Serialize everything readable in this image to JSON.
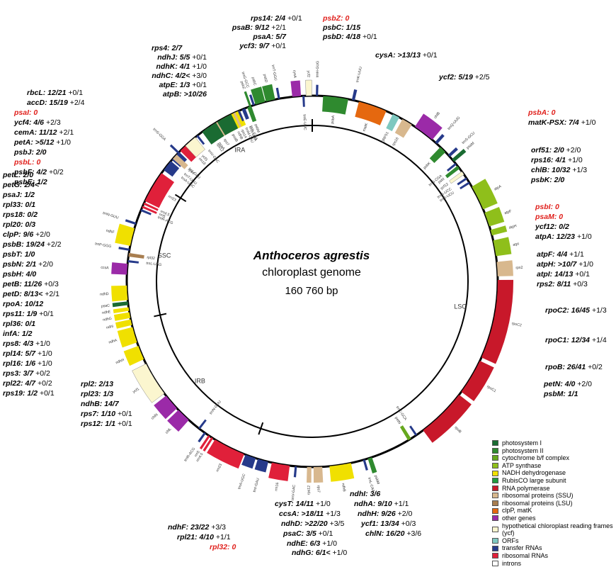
{
  "center": {
    "species": "Anthoceros agrestis",
    "subtitle": "chloroplast genome",
    "length": "160 760 bp"
  },
  "regions": [
    {
      "label": "LSC",
      "start": 0,
      "end": 89
    },
    {
      "label": "IRB",
      "start": 89,
      "end": 115
    },
    {
      "label": "SSC",
      "start": 115,
      "end": 135
    },
    {
      "label": "IRA",
      "start": 135,
      "end": 160.76
    }
  ],
  "legend": [
    {
      "label": "photosystem I",
      "color": "#1a6b32"
    },
    {
      "label": "photosystem II",
      "color": "#2f8a2f"
    },
    {
      "label": "cytochrome b/f complex",
      "color": "#66a81e"
    },
    {
      "label": "ATP synthase",
      "color": "#8fbf1b"
    },
    {
      "label": "NADH dehydrogenase",
      "color": "#f0e000"
    },
    {
      "label": "RubisCO large subunit",
      "color": "#1f9a3e"
    },
    {
      "label": "RNA polymerase",
      "color": "#c8182a"
    },
    {
      "label": "ribosomal proteins (SSU)",
      "color": "#d8b88e"
    },
    {
      "label": "ribosomal proteins (LSU)",
      "color": "#a87e50"
    },
    {
      "label": "clpP, matK",
      "color": "#e5680f"
    },
    {
      "label": "other genes",
      "color": "#9b2aa8"
    },
    {
      "label": "hypothetical chloroplast reading frames (ycf)",
      "color": "#fbf6cf"
    },
    {
      "label": "ORFs",
      "color": "#7ec8c0"
    },
    {
      "label": "transfer RNAs",
      "color": "#263a8a"
    },
    {
      "label": "ribosomal RNAs",
      "color": "#e0203a"
    },
    {
      "label": "introns",
      "color": "#ffffff"
    }
  ],
  "genes": [
    {
      "name": "trnH-GUG",
      "a": 0.5,
      "w": 0.3,
      "cat": 13,
      "side": "out"
    },
    {
      "name": "psbA",
      "a": 1.5,
      "w": 3.5,
      "cat": 1,
      "side": "in"
    },
    {
      "name": "trnK-UUU",
      "a": 5.5,
      "w": 0.4,
      "cat": 13,
      "side": "out"
    },
    {
      "name": "matK",
      "a": 6.5,
      "w": 4,
      "cat": 9,
      "side": "in"
    },
    {
      "name": "ORF51",
      "a": 11.5,
      "w": 1,
      "cat": 12,
      "side": "in"
    },
    {
      "name": "rps16",
      "a": 13,
      "w": 1.5,
      "cat": 7,
      "side": "in"
    },
    {
      "name": "chlB",
      "a": 15,
      "w": 3,
      "cat": 10,
      "side": "out"
    },
    {
      "name": "trnQ-UUG",
      "a": 18.5,
      "w": 0.4,
      "cat": 13,
      "side": "out"
    },
    {
      "name": "psbK",
      "a": 19.5,
      "w": 1,
      "cat": 1,
      "side": "in"
    },
    {
      "name": "trnS-GCU",
      "a": 21,
      "w": 0.4,
      "cat": 13,
      "side": "out"
    },
    {
      "name": "psaM",
      "a": 21.8,
      "w": 0.5,
      "cat": 0,
      "side": "out"
    },
    {
      "name": "trnS-CGA",
      "a": 22.5,
      "w": 0.3,
      "cat": 13,
      "side": "in"
    },
    {
      "name": "psbI",
      "a": 23,
      "w": 0.5,
      "cat": 1,
      "side": "in"
    },
    {
      "name": "ycf12",
      "a": 24,
      "w": 0.5,
      "cat": 11,
      "side": "in"
    },
    {
      "name": "trnG-UCC",
      "a": 25,
      "w": 0.3,
      "cat": 13,
      "side": "in"
    },
    {
      "name": "trnR-UCU",
      "a": 25.7,
      "w": 0.3,
      "cat": 13,
      "side": "in"
    },
    {
      "name": "atpA",
      "a": 26.5,
      "w": 3.5,
      "cat": 3,
      "side": "out"
    },
    {
      "name": "atpF",
      "a": 30.5,
      "w": 2,
      "cat": 3,
      "side": "out"
    },
    {
      "name": "atpH",
      "a": 33,
      "w": 0.8,
      "cat": 3,
      "side": "out"
    },
    {
      "name": "atpI",
      "a": 34.5,
      "w": 2.2,
      "cat": 3,
      "side": "out"
    },
    {
      "name": "rps2",
      "a": 37.5,
      "w": 2,
      "cat": 7,
      "side": "out"
    },
    {
      "name": "rpoC2",
      "a": 40,
      "w": 11,
      "cat": 6,
      "side": "out"
    },
    {
      "name": "rpoC1",
      "a": 51.5,
      "w": 5,
      "cat": 6,
      "side": "out"
    },
    {
      "name": "rpoB",
      "a": 57,
      "w": 7,
      "cat": 6,
      "side": "out"
    },
    {
      "name": "trnC-GCA",
      "a": 65,
      "w": 0.3,
      "cat": 13,
      "side": "in"
    },
    {
      "name": "petN",
      "a": 66,
      "w": 0.5,
      "cat": 2,
      "side": "in"
    },
    {
      "name": "psbM",
      "a": 72,
      "w": 0.6,
      "cat": 1,
      "side": "out"
    },
    {
      "name": "trnL-CAA",
      "a": 73,
      "w": 0.3,
      "cat": 13,
      "side": "out"
    },
    {
      "name": "ndhB",
      "a": 75,
      "w": 3,
      "cat": 4,
      "side": "out"
    },
    {
      "name": "rps7",
      "a": 79,
      "w": 1.2,
      "cat": 7,
      "side": "out"
    },
    {
      "name": "rps12",
      "a": 80.5,
      "w": 0.6,
      "cat": 7,
      "side": "out"
    },
    {
      "name": "trnV-GAC",
      "a": 82.5,
      "w": 0.3,
      "cat": 13,
      "side": "out"
    },
    {
      "name": "rrn16",
      "a": 83.5,
      "w": 2.5,
      "cat": 14,
      "side": "out"
    },
    {
      "name": "trnI-GAU",
      "a": 86.5,
      "w": 1.5,
      "cat": 13,
      "side": "out"
    },
    {
      "name": "trnA-UGC",
      "a": 88.3,
      "w": 1.5,
      "cat": 13,
      "side": "out"
    },
    {
      "name": "rrn23",
      "a": 90,
      "w": 4.5,
      "cat": 14,
      "side": "out"
    },
    {
      "name": "rrn4.5",
      "a": 94.8,
      "w": 0.3,
      "cat": 14,
      "side": "out"
    },
    {
      "name": "rrn5",
      "a": 95.3,
      "w": 0.3,
      "cat": 14,
      "side": "out"
    },
    {
      "name": "trnR-ACG",
      "a": 96,
      "w": 0.3,
      "cat": 13,
      "side": "out"
    },
    {
      "name": "trnN-GUU",
      "a": 97,
      "w": 0.3,
      "cat": 13,
      "side": "in"
    },
    {
      "name": "chlL",
      "a": 99,
      "w": 2,
      "cat": 10,
      "side": "out"
    },
    {
      "name": "chlN",
      "a": 101.3,
      "w": 2.3,
      "cat": 10,
      "side": "out"
    },
    {
      "name": "ycf1",
      "a": 104,
      "w": 4.8,
      "cat": 11,
      "side": "out"
    },
    {
      "name": "ndhH",
      "a": 109.5,
      "w": 2,
      "cat": 4,
      "side": "out"
    },
    {
      "name": "ndhA",
      "a": 112,
      "w": 2.2,
      "cat": 4,
      "side": "out"
    },
    {
      "name": "ndhI",
      "a": 114.5,
      "w": 0.8,
      "cat": 4,
      "side": "out"
    },
    {
      "name": "ndhG",
      "a": 115.5,
      "w": 0.8,
      "cat": 4,
      "side": "out"
    },
    {
      "name": "ndhE",
      "a": 116.5,
      "w": 0.5,
      "cat": 4,
      "side": "out"
    },
    {
      "name": "psaC",
      "a": 117.3,
      "w": 0.5,
      "cat": 0,
      "side": "out"
    },
    {
      "name": "ndhD",
      "a": 118,
      "w": 2,
      "cat": 4,
      "side": "out"
    },
    {
      "name": "ccsA",
      "a": 121.5,
      "w": 1.5,
      "cat": 10,
      "side": "out"
    },
    {
      "name": "trnL-UAG",
      "a": 123.2,
      "w": 0.3,
      "cat": 13,
      "side": "in"
    },
    {
      "name": "rpl32",
      "a": 124,
      "w": 0.5,
      "cat": 8,
      "side": "in"
    },
    {
      "name": "trnP-GGG",
      "a": 124.8,
      "w": 0.3,
      "cat": 13,
      "side": "out"
    },
    {
      "name": "ndhF",
      "a": 125.5,
      "w": 2.5,
      "cat": 4,
      "side": "out"
    },
    {
      "name": "trnN-GUU",
      "a": 128.5,
      "w": 0.3,
      "cat": 13,
      "side": "out"
    },
    {
      "name": "trnR-ACG",
      "a": 130.5,
      "w": 0.3,
      "cat": 13,
      "side": "in"
    },
    {
      "name": "rrn5",
      "a": 131,
      "w": 0.3,
      "cat": 14,
      "side": "in"
    },
    {
      "name": "rrn4.5",
      "a": 131.5,
      "w": 0.3,
      "cat": 14,
      "side": "in"
    },
    {
      "name": "rrn23",
      "a": 132,
      "w": 4.5,
      "cat": 14,
      "side": "in"
    },
    {
      "name": "trnA-UGC",
      "a": 137,
      "w": 1.5,
      "cat": 13,
      "side": "in"
    },
    {
      "name": "trnI-GAU",
      "a": 138.8,
      "w": 1.5,
      "cat": 13,
      "side": "in"
    },
    {
      "name": "rrn16",
      "a": 140.5,
      "w": 2.5,
      "cat": 14,
      "side": "in"
    },
    {
      "name": "trnV-GAC",
      "a": 143.5,
      "w": 0.3,
      "cat": 13,
      "side": "in"
    },
    {
      "name": "rps12",
      "a": 145,
      "w": 0.6,
      "cat": 7,
      "side": "in"
    },
    {
      "name": "rps7",
      "a": 146,
      "w": 1.2,
      "cat": 7,
      "side": "in"
    },
    {
      "name": "ndhB",
      "a": 147.5,
      "w": 3,
      "cat": 4,
      "side": "in"
    },
    {
      "name": "trnL-CAA",
      "a": 151,
      "w": 0.3,
      "cat": 13,
      "side": "in"
    },
    {
      "name": "psbM",
      "a": 151.6,
      "w": 0.6,
      "cat": 1,
      "side": "in"
    }
  ],
  "labels_right": [
    {
      "gene": "psbZ:",
      "val": "0",
      "extra": "",
      "red": true
    },
    {
      "gene": "psbC:",
      "val": "1/15",
      "extra": "",
      "red": false
    },
    {
      "gene": "psbD:",
      "val": "4/18",
      "extra": "+0/1",
      "red": false
    },
    {
      "gene": "cysA:",
      "val": ">13/13",
      "extra": "+0/1",
      "red": false
    },
    {
      "gene": "ycf2:",
      "val": "5/19",
      "extra": "+2/5",
      "red": false
    },
    {
      "gene": "psbA:",
      "val": "0",
      "extra": "",
      "red": true
    },
    {
      "gene": "matK-PSX:",
      "val": "7/4",
      "extra": "+1/0",
      "red": false
    },
    {
      "gene": "orf51:",
      "val": "2/0",
      "extra": "+2/0",
      "red": false
    },
    {
      "gene": "rps16:",
      "val": "4/1",
      "extra": "+1/0",
      "red": false
    },
    {
      "gene": "chlB:",
      "val": "10/32",
      "extra": "+1/3",
      "red": false
    },
    {
      "gene": "psbK:",
      "val": "2/0",
      "extra": "",
      "red": false
    },
    {
      "gene": "psbI:",
      "val": "0",
      "extra": "",
      "red": true
    },
    {
      "gene": "psaM:",
      "val": "0",
      "extra": "",
      "red": true
    },
    {
      "gene": "ycf12:",
      "val": "0/2",
      "extra": "",
      "red": false
    },
    {
      "gene": "atpA:",
      "val": "12/23",
      "extra": "+1/0",
      "red": false
    },
    {
      "gene": "atpF:",
      "val": "4/4",
      "extra": "+1/1",
      "red": false
    },
    {
      "gene": "atpH:",
      "val": ">10/7",
      "extra": "+1/0",
      "red": false
    },
    {
      "gene": "atpI:",
      "val": "14/13",
      "extra": "+0/1",
      "red": false
    },
    {
      "gene": "rps2:",
      "val": "8/11",
      "extra": "+0/3",
      "red": false
    },
    {
      "gene": "rpoC2:",
      "val": "16/45",
      "extra": "+1/3",
      "red": false
    },
    {
      "gene": "rpoC1:",
      "val": "12/34",
      "extra": "+1/4",
      "red": false
    },
    {
      "gene": "rpoB:",
      "val": "26/41",
      "extra": "+0/2",
      "red": false
    },
    {
      "gene": "petN:",
      "val": "4/0",
      "extra": "+2/0",
      "red": false
    },
    {
      "gene": "psbM:",
      "val": "1/1",
      "extra": "",
      "red": false
    }
  ],
  "labels_top": [
    {
      "gene": "rps14:",
      "val": "2/4",
      "extra": "+0/1",
      "red": false
    },
    {
      "gene": "psaB:",
      "val": "9/12",
      "extra": "+2/1",
      "red": false
    },
    {
      "gene": "psaA:",
      "val": "5/7",
      "extra": "",
      "red": false
    },
    {
      "gene": "ycf3:",
      "val": "9/7",
      "extra": "+0/1",
      "red": false
    },
    {
      "gene": "rps4:",
      "val": "2/7",
      "extra": "",
      "red": false
    },
    {
      "gene": "ndhJ:",
      "val": "5/5",
      "extra": "+0/1",
      "red": false
    },
    {
      "gene": "ndhK:",
      "val": "4/1",
      "extra": "+1/0",
      "red": false
    },
    {
      "gene": "ndhC:",
      "val": "4/2<",
      "extra": "+3/0",
      "red": false
    },
    {
      "gene": "atpE:",
      "val": "1/3",
      "extra": "+0/1",
      "red": false
    },
    {
      "gene": "atpB:",
      "val": ">10/26",
      "extra": "",
      "red": false
    }
  ],
  "labels_left": [
    {
      "gene": "rbcL:",
      "val": "12/21",
      "extra": "+0/1",
      "red": false
    },
    {
      "gene": "accD:",
      "val": "15/19",
      "extra": "+2/4",
      "red": false
    },
    {
      "gene": "psaI:",
      "val": "0",
      "extra": "",
      "red": true
    },
    {
      "gene": "ycf4:",
      "val": "4/6",
      "extra": "+2/3",
      "red": false
    },
    {
      "gene": "cemA:",
      "val": "11/12",
      "extra": "+2/1",
      "red": false
    },
    {
      "gene": "petA:",
      "val": ">5/12",
      "extra": "+1/0",
      "red": false
    },
    {
      "gene": "psbJ:",
      "val": "2/0",
      "extra": "",
      "red": false
    },
    {
      "gene": "psbL:",
      "val": "0",
      "extra": "",
      "red": true
    },
    {
      "gene": "psbF:",
      "val": "4/2",
      "extra": "+0/2",
      "red": false
    },
    {
      "gene": "psbE:",
      "val": "1/2",
      "extra": "",
      "red": false
    },
    {
      "gene": "petL:",
      "val": "2/0",
      "extra": "",
      "red": false
    },
    {
      "gene": "petG:",
      "val": "2/4<",
      "extra": "",
      "red": false
    },
    {
      "gene": "psaJ:",
      "val": "1/2",
      "extra": "",
      "red": false
    },
    {
      "gene": "rpl33:",
      "val": "0/1",
      "extra": "",
      "red": false
    },
    {
      "gene": "rps18:",
      "val": "0/2",
      "extra": "",
      "red": false
    },
    {
      "gene": "rpl20:",
      "val": "0/3",
      "extra": "",
      "red": false
    },
    {
      "gene": "clpP:",
      "val": "9/6",
      "extra": "+2/0",
      "red": false
    },
    {
      "gene": "psbB:",
      "val": "19/24",
      "extra": "+2/2",
      "red": false
    },
    {
      "gene": "psbT:",
      "val": "1/0",
      "extra": "",
      "red": false
    },
    {
      "gene": "psbN:",
      "val": "2/1",
      "extra": "+2/0",
      "red": false
    },
    {
      "gene": "psbH:",
      "val": "4/0",
      "extra": "",
      "red": false
    },
    {
      "gene": "petB:",
      "val": "11/26",
      "extra": "+0/3",
      "red": false
    },
    {
      "gene": "petD:",
      "val": "8/13<",
      "extra": "+2/1",
      "red": false
    },
    {
      "gene": "rpoA:",
      "val": "10/12",
      "extra": "",
      "red": false
    },
    {
      "gene": "rps11:",
      "val": "1/9",
      "extra": "+0/1",
      "red": false
    },
    {
      "gene": "rpl36:",
      "val": "0/1",
      "extra": "",
      "red": false
    },
    {
      "gene": "infA:",
      "val": "1/2",
      "extra": "",
      "red": false
    },
    {
      "gene": "rps8:",
      "val": "4/3",
      "extra": "+1/0",
      "red": false
    },
    {
      "gene": "rpl14:",
      "val": "5/7",
      "extra": "+1/0",
      "red": false
    },
    {
      "gene": "rpl16:",
      "val": "1/6",
      "extra": "+1/0",
      "red": false
    },
    {
      "gene": "rps3:",
      "val": "3/7",
      "extra": "+0/2",
      "red": false
    },
    {
      "gene": "rpl22:",
      "val": "4/7",
      "extra": "+0/2",
      "red": false
    },
    {
      "gene": "rps19:",
      "val": "1/2",
      "extra": "+0/1",
      "red": false
    }
  ],
  "labels_left_low": [
    {
      "gene": "rpl2:",
      "val": "2/13",
      "extra": "",
      "red": false
    },
    {
      "gene": "rpl23:",
      "val": "1/3",
      "extra": "",
      "red": false
    },
    {
      "gene": "ndhB:",
      "val": "14/7",
      "extra": "",
      "red": false
    },
    {
      "gene": "rps7:",
      "val": "1/10",
      "extra": "+0/1",
      "red": false
    },
    {
      "gene": "rps12:",
      "val": "1/1",
      "extra": "+0/1",
      "red": false
    }
  ],
  "labels_bottom_left": [
    {
      "gene": "ndhF:",
      "val": "23/22",
      "extra": "+3/3",
      "red": false
    },
    {
      "gene": "rpl21:",
      "val": "4/10",
      "extra": "+1/1",
      "red": false
    },
    {
      "gene": "rpl32:",
      "val": "0",
      "extra": "",
      "red": true
    }
  ],
  "labels_bottom_mid": [
    {
      "gene": "cysT:",
      "val": "14/11",
      "extra": "+1/0",
      "red": false
    },
    {
      "gene": "ccsA:",
      "val": ">18/11",
      "extra": "+1/3",
      "red": false
    },
    {
      "gene": "ndhD:",
      "val": ">22/20",
      "extra": "+3/5",
      "red": false
    },
    {
      "gene": "psaC:",
      "val": "3/5",
      "extra": "+0/1",
      "red": false
    },
    {
      "gene": "ndhE:",
      "val": "6/3",
      "extra": "+1/0",
      "red": false
    },
    {
      "gene": "ndhG:",
      "val": "6/1<",
      "extra": "+1/0",
      "red": false
    }
  ],
  "labels_bottom_right": [
    {
      "gene": "ndhI:",
      "val": "3/6",
      "extra": "",
      "red": false
    },
    {
      "gene": "ndhA:",
      "val": "9/10",
      "extra": "+1/1",
      "red": false
    },
    {
      "gene": "ndhH:",
      "val": "9/26",
      "extra": "+2/0",
      "red": false
    },
    {
      "gene": "ycf1:",
      "val": "13/34",
      "extra": "+0/3",
      "red": false
    },
    {
      "gene": "chlN:",
      "val": "16/20",
      "extra": "+3/6",
      "red": false
    }
  ],
  "extra_genes_lsc": [
    {
      "name": "psbZ",
      "a": 151.9,
      "w": 0.3,
      "cat": 1,
      "side": "out"
    },
    {
      "name": "trnG-GCC",
      "a": 152.4,
      "w": 0.3,
      "cat": 13,
      "side": "out"
    },
    {
      "name": "psbC",
      "a": 152.8,
      "w": 1.4,
      "cat": 1,
      "side": "out"
    },
    {
      "name": "psbD",
      "a": 154.3,
      "w": 1.3,
      "cat": 1,
      "side": "out"
    },
    {
      "name": "trnT-GGU",
      "a": 156,
      "w": 0.3,
      "cat": 13,
      "side": "out"
    },
    {
      "name": "cysA",
      "a": 158,
      "w": 1.2,
      "cat": 10,
      "side": "out"
    },
    {
      "name": "trnE-UUC",
      "a": 159.4,
      "w": 0.3,
      "cat": 13,
      "side": "in"
    },
    {
      "name": "ycf2",
      "a": 159.9,
      "w": 0.8,
      "cat": 11,
      "side": "out"
    }
  ],
  "genes_top": [
    {
      "name": "psaB",
      "a": 147,
      "w": 2.2,
      "cat": 0,
      "side": "in"
    },
    {
      "name": "psaA",
      "a": 144.5,
      "w": 2.3,
      "cat": 0,
      "side": "in"
    },
    {
      "name": "rps14",
      "a": 149.5,
      "w": 0.3,
      "cat": 7,
      "side": "in"
    },
    {
      "name": "trnM-CAU",
      "a": 150.2,
      "w": 0.3,
      "cat": 13,
      "side": "in"
    },
    {
      "name": "trnS-UGA",
      "a": 150.8,
      "w": 0.3,
      "cat": 13,
      "side": "in"
    },
    {
      "name": "ycf3",
      "a": 141.5,
      "w": 1.8,
      "cat": 11,
      "side": "in"
    },
    {
      "name": "trnS-GGA",
      "a": 140,
      "w": 0.3,
      "cat": 13,
      "side": "out"
    },
    {
      "name": "rps4",
      "a": 139,
      "w": 0.8,
      "cat": 7,
      "side": "in"
    },
    {
      "name": "trnT-UGU",
      "a": 138.3,
      "w": 0.3,
      "cat": 13,
      "side": "in"
    }
  ]
}
